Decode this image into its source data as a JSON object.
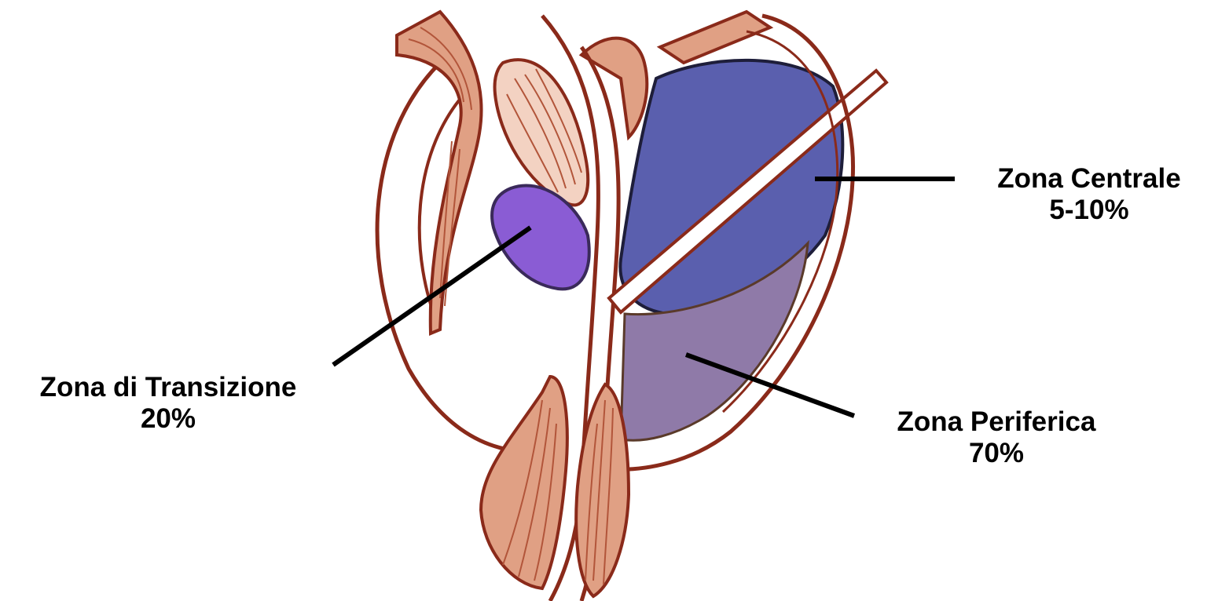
{
  "labels": {
    "central_zone": {
      "name": "Zona Centrale",
      "value": "5-10%"
    },
    "transition_zone": {
      "name": "Zona di Transizione",
      "value": "20%"
    },
    "peripheral_zone": {
      "name": "Zona Periferica",
      "value": "70%"
    }
  },
  "colors": {
    "outline": "#8a2a1a",
    "muscle_fill": "#e0a084",
    "muscle_stripe": "#b2553a",
    "central_zone": "#5a5fae",
    "transition_zone": "#8a5cd4",
    "peripheral_zone": "#8f7aa8",
    "leader_line": "#000000"
  }
}
